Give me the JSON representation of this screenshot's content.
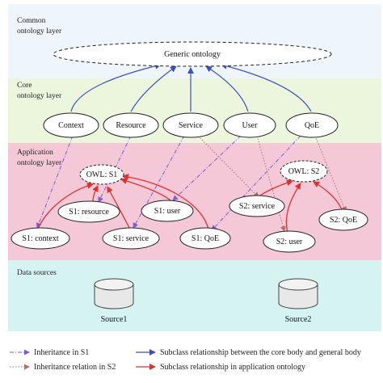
{
  "layers": {
    "common": {
      "label_line1": "Common",
      "label_line2": "ontology layer",
      "color": "#eef5fb"
    },
    "core": {
      "label_line1": "Core",
      "label_line2": "ontology layer",
      "color": "#ecf6dc"
    },
    "application": {
      "label_line1": "Application",
      "label_line2": "ontology layer",
      "color": "#f4c8d6"
    },
    "data": {
      "label": "Data sources",
      "color": "#d4f3f1"
    }
  },
  "nodes": {
    "generic": "Generic ontology",
    "context": "Context",
    "resource": "Resource",
    "service": "Service",
    "user": "User",
    "qoe": "QoE",
    "owl_s1": "OWL: S1",
    "owl_s2": "OWL: S2",
    "s1_resource": "S1: resource",
    "s1_user": "S1: user",
    "s1_context": "S1: context",
    "s1_service": "S1: service",
    "s1_qoe": "S1: QoE",
    "s2_service": "S2: service",
    "s2_qoe": "S2: QoE",
    "s2_user": "S2: user",
    "source1": "Source1",
    "source2": "Source2"
  },
  "legend": {
    "inherit_s1": "Inheritance in S1",
    "inherit_s2": "Inheritance relation in S2",
    "subclass_core": "Subclass relationship between the core body and general body",
    "subclass_app": "Subclass relationship in application ontology"
  },
  "colors": {
    "blue_arrow": "#3d4fc4",
    "red_arrow": "#e0312f",
    "purple_dashdot": "#7b5bd6",
    "brown_dotted": "#b0706e"
  }
}
